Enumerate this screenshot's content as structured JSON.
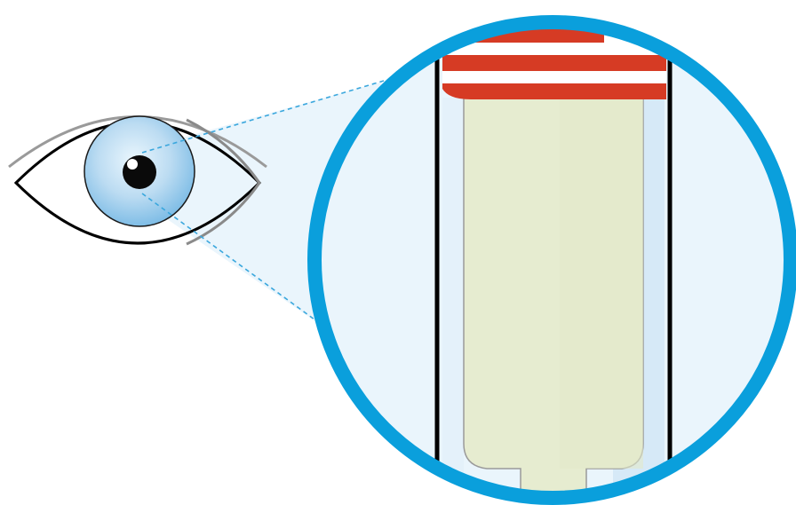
{
  "figure": {
    "description_text": "",
    "elements": [
      "eye-icon",
      "magnifier-lens",
      "test-tube",
      "striped-cap",
      "liquid-sample"
    ]
  },
  "colors": {
    "lens_ring": "#0a9fdc",
    "lens_fill": "#eaf5fc",
    "iris_light": "#cfe8f7",
    "iris_dark": "#7fbde6",
    "pupil": "#0a0a0a",
    "cap_red": "#d63b24",
    "liquid": "#e6ecd0",
    "tube_wall": "#d6e9f7",
    "sight_line": "#3aa7dd",
    "outline": "#000000"
  }
}
